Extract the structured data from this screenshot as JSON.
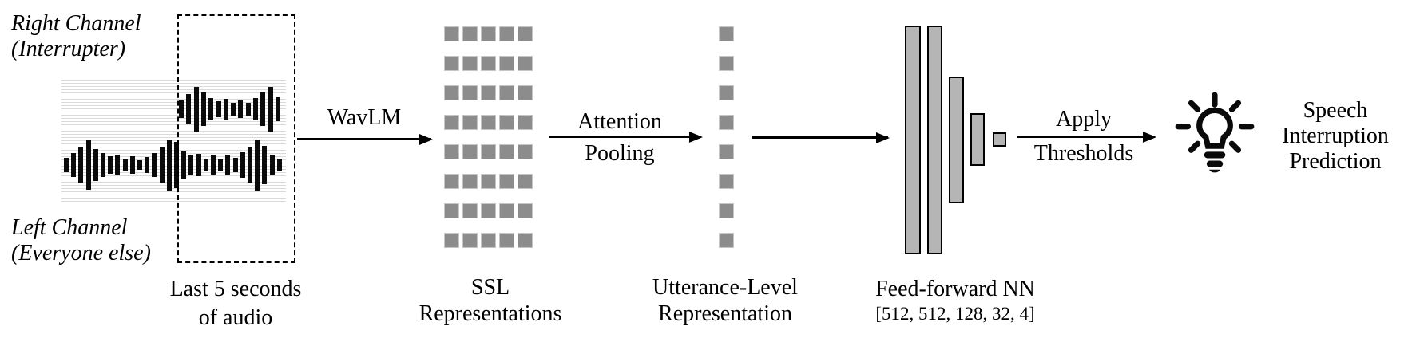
{
  "input": {
    "right_channel_label": [
      "Right Channel",
      "(Interrupter)"
    ],
    "left_channel_label": [
      "Left Channel",
      "(Everyone else)"
    ],
    "window_label": [
      "Last 5 seconds",
      "of audio"
    ]
  },
  "stages": {
    "wavlm_arrow_label": "WavLM",
    "attention_arrow_label": [
      "Attention",
      "Pooling"
    ],
    "apply_arrow_label": [
      "Apply",
      "Thresholds"
    ],
    "ssl_label": [
      "SSL",
      "Representations"
    ],
    "utterance_label": [
      "Utterance-Level",
      "Representation"
    ],
    "ffnn_label": "Feed-forward NN",
    "ffnn_dims_label": "[512, 512, 128, 32, 4]",
    "output_label": [
      "Speech",
      "Interruption",
      "Prediction"
    ]
  },
  "representation": {
    "ssl_grid": {
      "rows": 8,
      "cols": 5
    },
    "utterance_column": {
      "rows": 8
    },
    "ffnn_layer_sizes": [
      512,
      512,
      128,
      32,
      4
    ]
  },
  "waveforms": {
    "right_channel_amplitudes": [
      22,
      38,
      57,
      42,
      28,
      20,
      26,
      16,
      22,
      16,
      28,
      42,
      57,
      30
    ],
    "left_channel_amplitudes": [
      18,
      30,
      46,
      62,
      40,
      30,
      22,
      26,
      14,
      22,
      12,
      20,
      30,
      46,
      64,
      58,
      34,
      24,
      28,
      16,
      24,
      14,
      26,
      18,
      32,
      44,
      64,
      48,
      26,
      16
    ]
  },
  "icons": {
    "output_icon": "lightbulb-icon"
  },
  "colors": {
    "square_gray": "#8c8c8c",
    "ffnn_fill": "#b5b5b5",
    "ffnn_border": "#000000",
    "stripe_gray": "#d9d9d9",
    "ink": "#000000"
  }
}
